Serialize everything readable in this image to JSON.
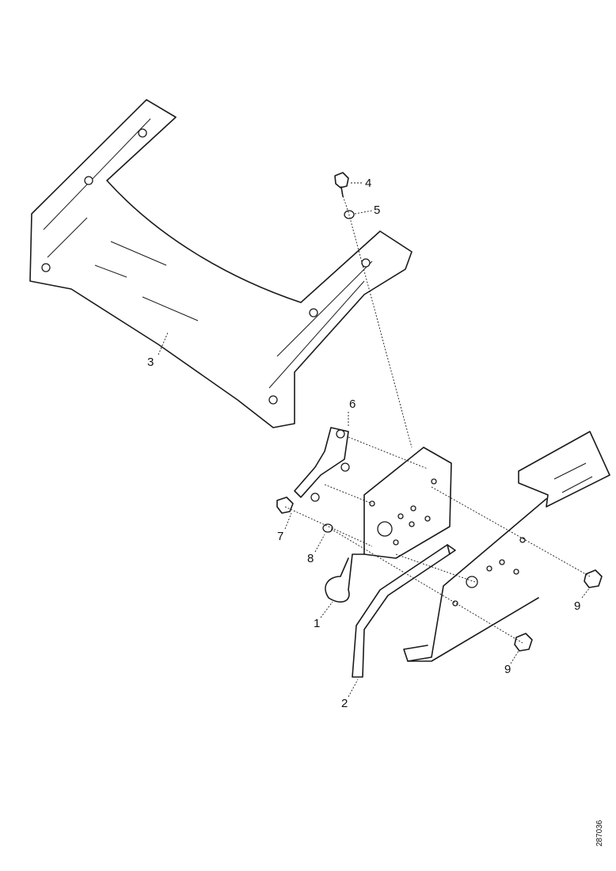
{
  "diagram": {
    "callouts": [
      {
        "id": "c1",
        "label": "1"
      },
      {
        "id": "c2",
        "label": "2"
      },
      {
        "id": "c3",
        "label": "3"
      },
      {
        "id": "c4",
        "label": "4"
      },
      {
        "id": "c5",
        "label": "5"
      },
      {
        "id": "c6",
        "label": "6"
      },
      {
        "id": "c7",
        "label": "7"
      },
      {
        "id": "c8",
        "label": "8"
      },
      {
        "id": "c9a",
        "label": "9"
      },
      {
        "id": "c9b",
        "label": "9"
      }
    ],
    "reference_code": "287036"
  }
}
